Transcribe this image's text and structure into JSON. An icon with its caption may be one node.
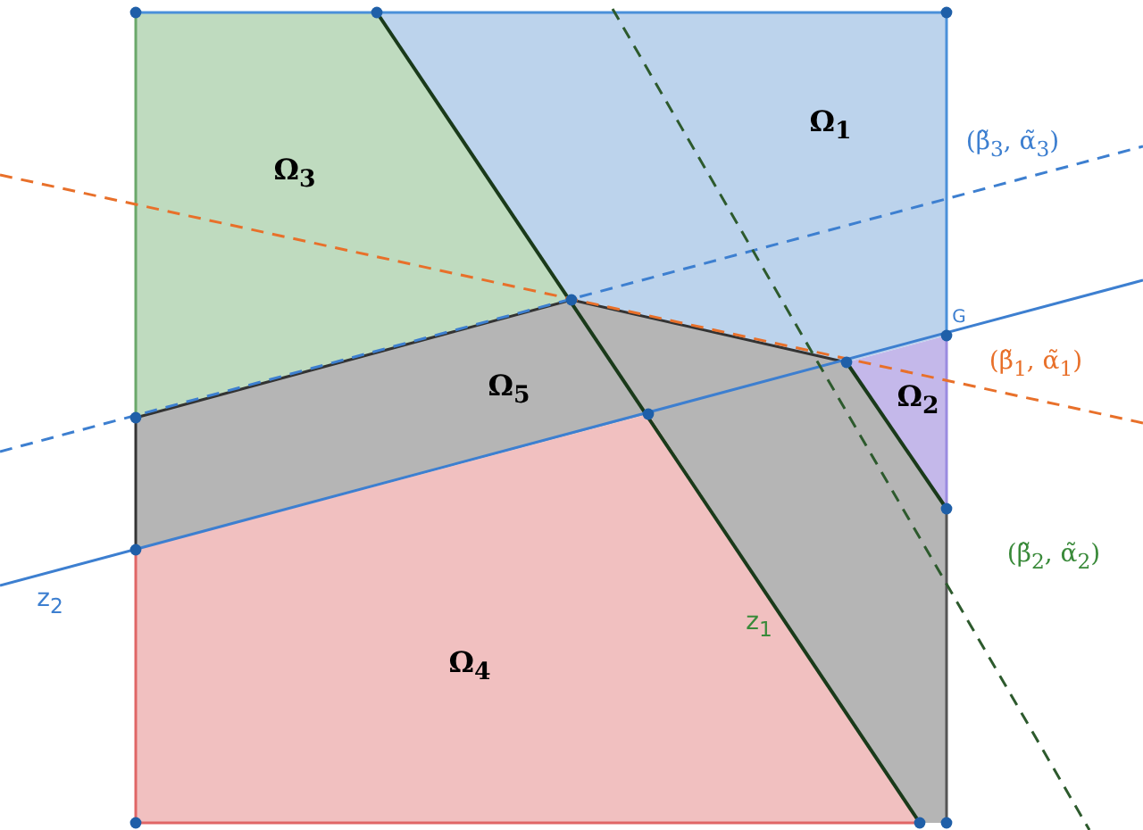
{
  "diagram": {
    "nodes": [
      {
        "text": [
          "Ω$_{1}$"
        ]
      },
      {
        "text": [
          "Ω$_{3}$"
        ]
      },
      {
        "text": [
          "Ω$_{5}$"
        ]
      },
      {
        "text": [
          "Ω$_{2}$"
        ]
      },
      {
        "text": [
          "Ω$_{4}$"
        ]
      }
    ],
    "labels": [
      "(β̃$_{3}$, α̃$_{3}$)",
      "G",
      "(β̃$_{1}$, α̃$_{1}$)",
      "z$_{2}$",
      "(β̃$_{2}$, α̃$_{2}$)",
      "z$_{1}$"
    ]
  }
}
